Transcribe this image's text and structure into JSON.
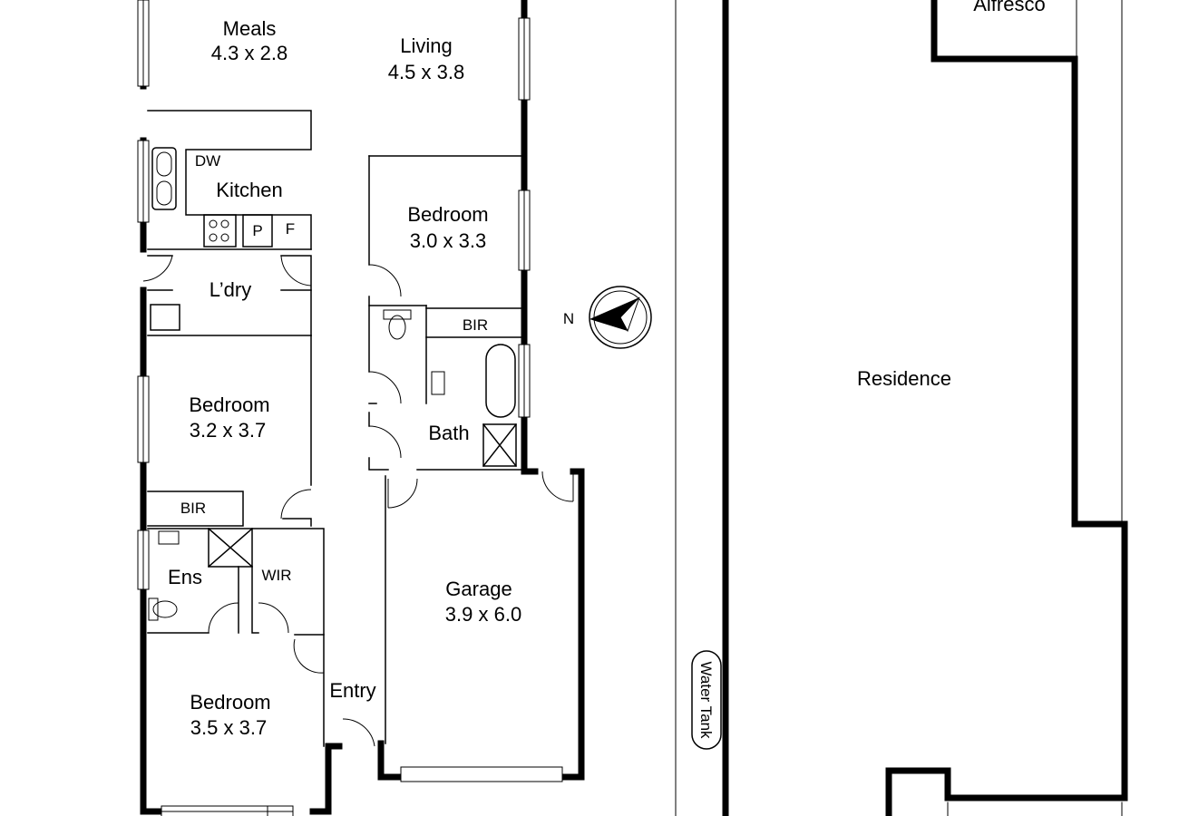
{
  "rooms": {
    "meals": {
      "name": "Meals",
      "size": "4.3 x 2.8"
    },
    "living": {
      "name": "Living",
      "size": "4.5 x 3.8"
    },
    "kitchen": {
      "name": "Kitchen"
    },
    "dw": "DW",
    "pantry": "P",
    "fridge": "F",
    "laundry": "L’dry",
    "bedroom_ne": {
      "name": "Bedroom",
      "size": "3.0 x 3.3"
    },
    "bir_ne": "BIR",
    "bath": "Bath",
    "bedroom_mid": {
      "name": "Bedroom",
      "size": "3.2 x 3.7"
    },
    "bir_mid": "BIR",
    "ens": "Ens",
    "wir": "WIR",
    "garage": {
      "name": "Garage",
      "size": "3.9 x 6.0"
    },
    "entry": "Entry",
    "bedroom_sw": {
      "name": "Bedroom",
      "size": "3.5 x 3.7"
    }
  },
  "exterior": {
    "alfresco": "Alfresco",
    "residence": "Residence",
    "water_tank": "Water Tank",
    "north": "N"
  }
}
